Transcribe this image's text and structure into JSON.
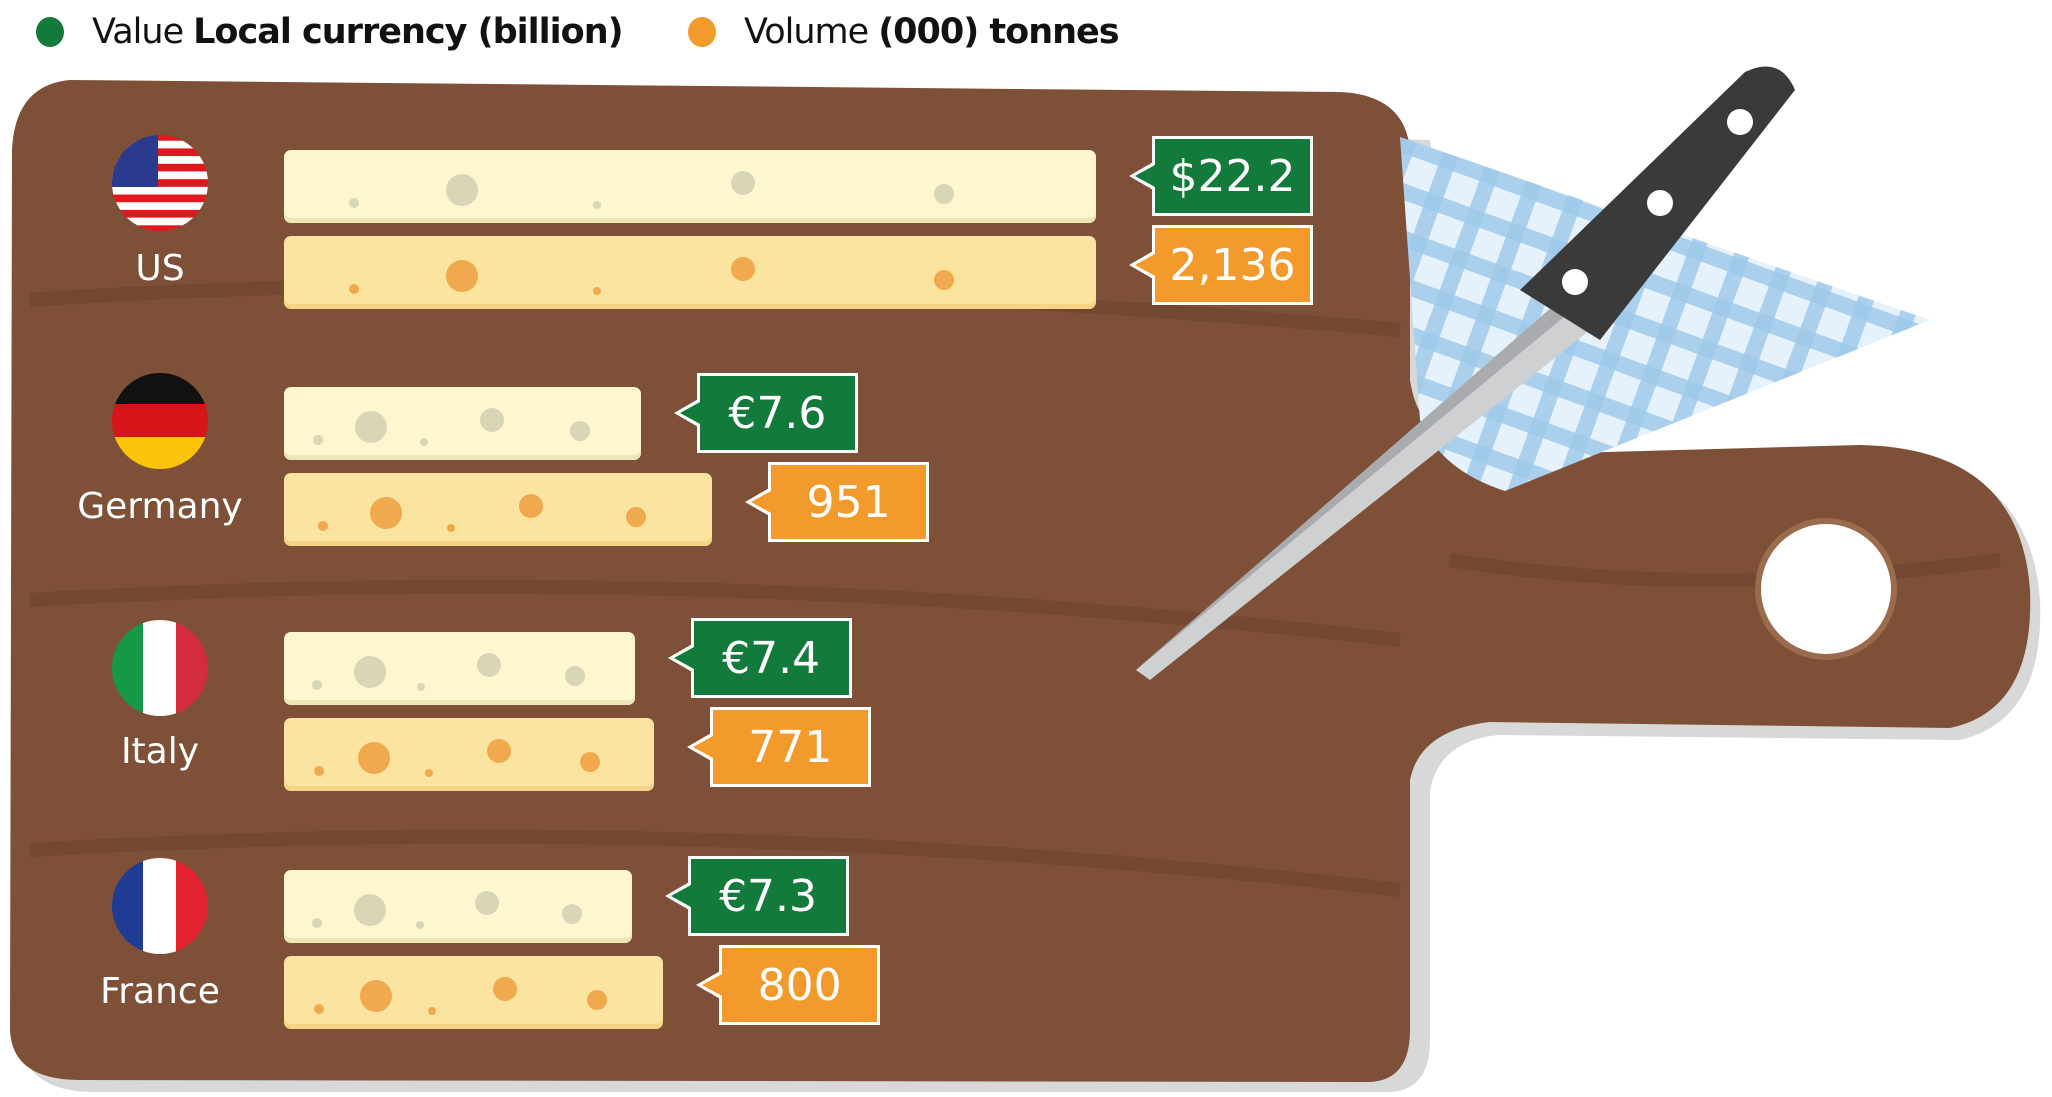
{
  "chart_data": {
    "type": "bar",
    "orientation": "horizontal",
    "title": "",
    "legend": [
      {
        "name_plain": "Value",
        "name_bold": "Local currency (billion)",
        "color": "#127a3a"
      },
      {
        "name_plain": "Volume",
        "name_bold": "(000) tonnes",
        "color": "#f29b2c"
      }
    ],
    "legend_position": "top-left",
    "categories": [
      "US",
      "Germany",
      "Italy",
      "France"
    ],
    "series": [
      {
        "name": "Value (Local currency, billion)",
        "values": [
          22.2,
          7.6,
          7.4,
          7.3
        ],
        "labels": [
          "$22.2",
          "€7.6",
          "€7.4",
          "€7.3"
        ],
        "color": "#127a3a"
      },
      {
        "name": "Volume (000 tonnes)",
        "values": [
          2136,
          951,
          771,
          800
        ],
        "labels": [
          "2,136",
          "951",
          "771",
          "800"
        ],
        "color": "#f29b2c"
      }
    ]
  },
  "colors": {
    "board": "#7d5037",
    "board_rim": "#8e5d40",
    "value_bar": "#fdf6cf",
    "volume_bar": "#fbe3a0"
  }
}
